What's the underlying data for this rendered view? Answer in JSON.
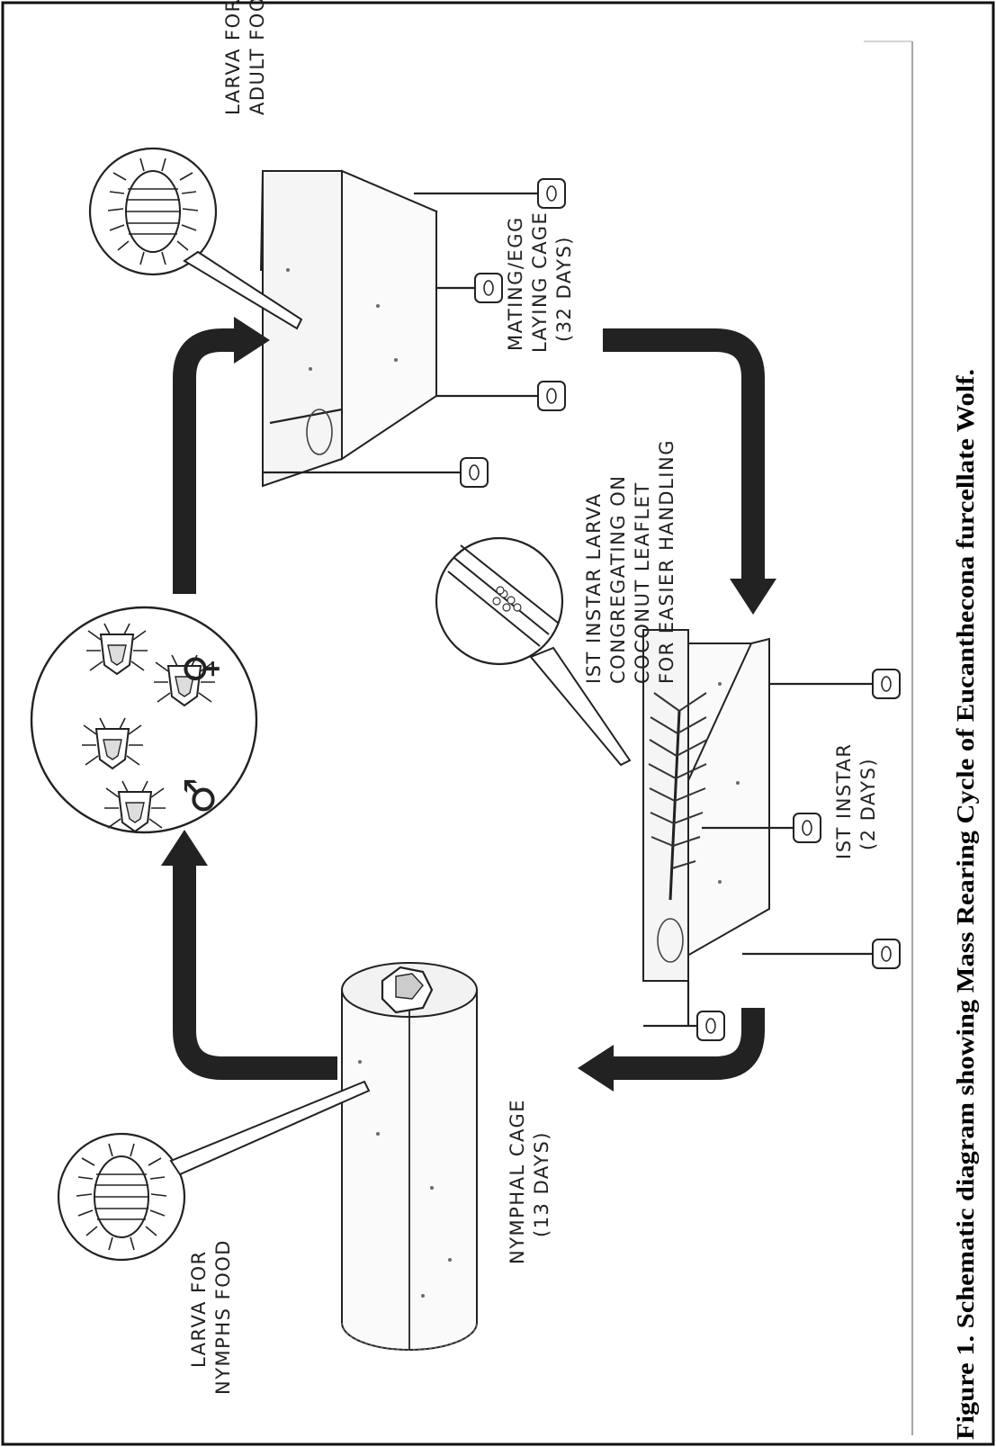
{
  "caption": "Figure 1. Schematic diagram showing Mass Rearing Cycle of Eucanthecona furcellate Wolf.",
  "labels": {
    "larva_adult_food": [
      "LARVA FOR",
      "ADULT FOOD"
    ],
    "mating_cage": [
      "MATING/EGG",
      "LAYING CAGE",
      "(32 DAYS)"
    ],
    "first_instar_larva": [
      "IST INSTAR LARVA",
      "CONGREGATING ON",
      "COCONUT LEAFLET",
      "FOR EASIER HANDLING"
    ],
    "first_instar_cage": [
      "IST INSTAR",
      "(2 DAYS)"
    ],
    "nymphal_cage": [
      "NYMPHAL CAGE",
      "(13 DAYS)"
    ],
    "larva_nymph_food": [
      "LARVA FOR",
      "NYMPHS FOOD"
    ]
  },
  "sex_symbols": {
    "male": "♂",
    "female": "♀"
  },
  "colors": {
    "ink": "#222222",
    "paper": "#ffffff"
  }
}
